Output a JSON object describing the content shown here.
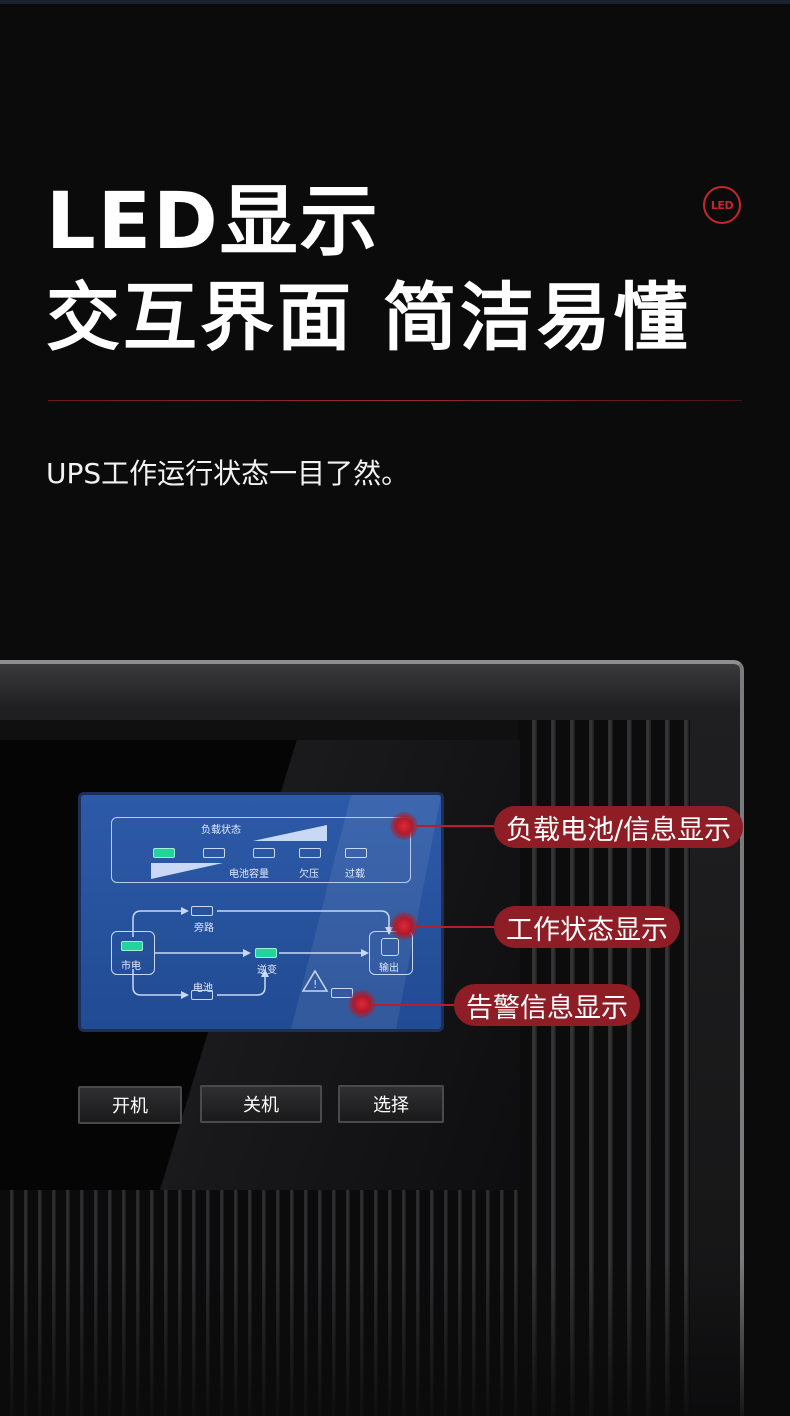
{
  "header": {
    "title_line1": "LED显示",
    "title_line2": "交互界面 简洁易懂",
    "logo_text": "LED",
    "subtitle": "UPS工作运行状态一目了然。"
  },
  "lcd": {
    "load_status": "负载状态",
    "battery_capacity": "电池容量",
    "undervoltage": "欠压",
    "overload": "过载",
    "bypass": "旁路",
    "mains": "市电",
    "battery": "电池",
    "inverter": "逆变",
    "output": "输出"
  },
  "buttons": {
    "power_on": "开机",
    "power_off": "关机",
    "select": "选择"
  },
  "callouts": {
    "load_battery_info": "负载电池/信息显示",
    "working_status": "工作状态显示",
    "alarm_info": "告警信息显示"
  },
  "colors": {
    "accent_red": "#b51f2c",
    "lcd_blue": "#2a56a3",
    "indicator_green": "#22d39a"
  }
}
